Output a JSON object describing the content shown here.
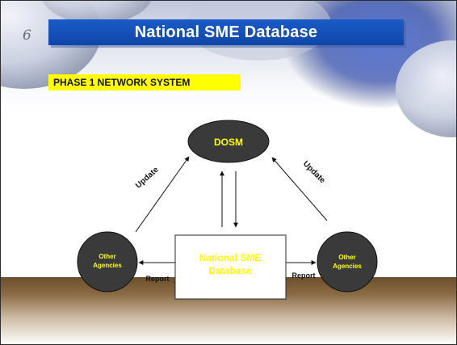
{
  "slide": {
    "number": "6",
    "title": "National SME Database",
    "phase_label": "PHASE 1 NETWORK SYSTEM"
  },
  "diagram": {
    "nodes": {
      "dosm": "DOSM",
      "database_line1": "National SME",
      "database_line2": "Database",
      "other_left_line1": "Other",
      "other_left_line2": "Agencies",
      "other_right_line1": "Other",
      "other_right_line2": "Agencies"
    },
    "edges": {
      "update_left": "Update",
      "update_right": "Update",
      "report_left": "Report",
      "report_right": "Report"
    }
  },
  "colors": {
    "title_banner": "#1a5bc8",
    "phase_label_bg": "#ffff00",
    "node_fill": "#3a3a3a",
    "dosm_text": "#ffff00",
    "database_text": "#ffff00",
    "agency_text": "#ffff00",
    "ground": "#7a5a36"
  }
}
